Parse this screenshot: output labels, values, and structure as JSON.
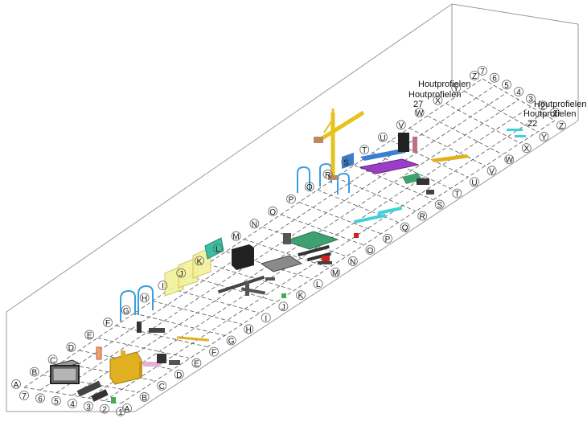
{
  "gridlines_front": [
    "A",
    "B",
    "C",
    "D",
    "E",
    "F",
    "G",
    "H",
    "I",
    "J",
    "K",
    "L",
    "M",
    "N",
    "O",
    "P",
    "Q",
    "R",
    "S",
    "T",
    "U",
    "V",
    "W",
    "X",
    "Y",
    "Z"
  ],
  "gridlines_back": [
    "A",
    "B",
    "C",
    "D",
    "E",
    "F",
    "G",
    "H",
    "I",
    "J",
    "K",
    "L",
    "M",
    "N",
    "O",
    "P",
    "Q",
    "R",
    "S",
    "T",
    "U",
    "V",
    "W",
    "X",
    "Y",
    "Z"
  ],
  "grid_numbers_left": [
    "7",
    "6",
    "5",
    "4",
    "3",
    "2",
    "1"
  ],
  "grid_numbers_right": [
    "7",
    "6",
    "5",
    "4",
    "3",
    "2",
    "1"
  ],
  "labels": {
    "houtprofielen_1": "Houtprofielen",
    "houtprofielen_2": "Houtprofielen",
    "houtprofielen_3": "Houtprofielen",
    "houtprofielen_4": "Houtprofielen",
    "num_27": "27",
    "num_22": "22"
  },
  "colors": {
    "gridline": "#555555",
    "frame": "#9a9a9a",
    "crane": "#e6c21a",
    "cyan": "#3fd0d8",
    "teal": "#3ac0a0",
    "yellow_panel": "#f3f19a",
    "purple": "#9a3fc4",
    "blue": "#3a7fd0",
    "gold": "#e0b020",
    "dark": "#333333",
    "red": "#d02020"
  }
}
